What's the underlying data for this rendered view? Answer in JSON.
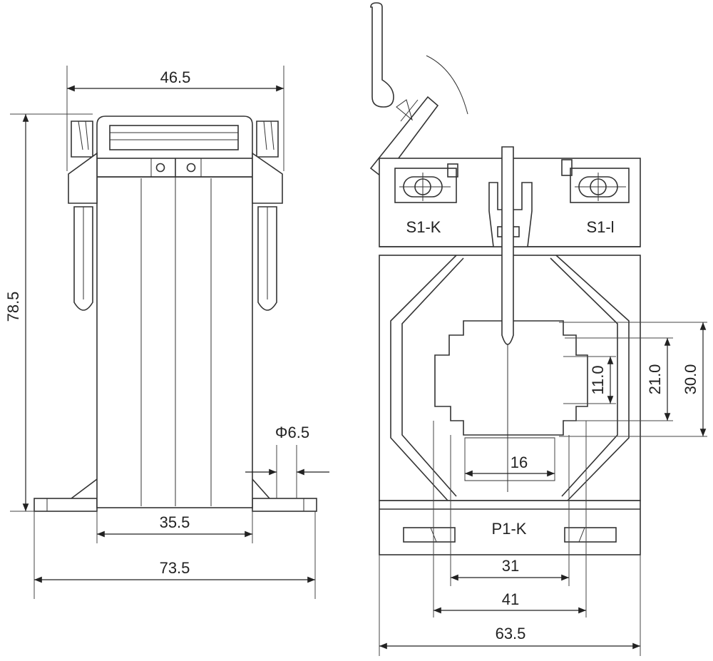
{
  "dimensions": {
    "side_width_top": "46.5",
    "side_height": "78.5",
    "side_hole": "Φ6.5",
    "side_body_width": "35.5",
    "side_base_width": "73.5",
    "front_inner_height_small": "11.0",
    "front_inner_height_mid": "21.0",
    "front_inner_height_large": "30.0",
    "front_window_width": "16",
    "front_foot_inner": "31",
    "front_foot_outer": "41",
    "front_total_width": "63.5"
  },
  "terminals": {
    "left": "S1-K",
    "right": "S1-l",
    "primary": "P1-K"
  }
}
